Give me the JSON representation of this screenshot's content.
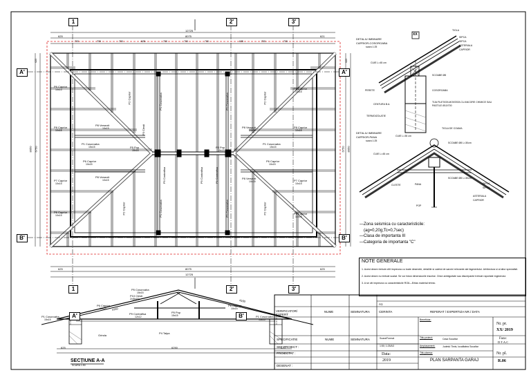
{
  "axes": {
    "col": [
      "1",
      "2'",
      "3'"
    ],
    "row": [
      "A'",
      "B'"
    ]
  },
  "dims": {
    "top_total": "12725",
    "top_inner": "8075",
    "top_left": "625",
    "top_right": "621",
    "top_bays": [
      "700",
      "700",
      "700",
      "625",
      "700",
      "700",
      "700",
      "625",
      "700",
      "700"
    ],
    "bot_total": "12725",
    "bot_inner": "8075",
    "bot_left": "625",
    "bot_right": "625",
    "left_total": "8050",
    "right_total": "8050",
    "left_span": "6750",
    "right_span": "6750",
    "side_small": "625"
  },
  "plan_labels": {
    "p6_caprior": "P6 Caprior",
    "p6_size": "10x15",
    "p7_caprior": "P7 Caprior",
    "p7_size": "10x15",
    "p8_caprior": "P8 Caprior",
    "p8_size": "10x15",
    "p1_cosoroaba": "P1 Cosoroaba",
    "p1_size": "15x15",
    "p2_caprior": "P2 Caprior",
    "p2_size": "10x15",
    "p5_pop": "P5 Pop",
    "p5_size": "15x15",
    "p9_contrafisa": "P9 Contrafisa",
    "p9_size": "12x12",
    "p3_clesti": "P3 Clesti",
    "p3_size": "2x(5x15)",
    "p8_vercevit": "P8 Versezit",
    "p8v_size": "10x15"
  },
  "section": {
    "title": "SECȚIUNE A-A",
    "scale": "SCARA 1:50",
    "p5_cosoroaba": "P5 Cosoroaba",
    "p6_caprior": "P6 Caprior",
    "p10_clesti": "P10 Clesti",
    "p10_size": "2x(5x15)",
    "p9_contrafisa": "P9 Contrafisa",
    "p5_pop": "P5 Pop",
    "p4_talpa": "P4 Talpa",
    "grinda": "Grinda",
    "d_left": "625",
    "d_mid": "6250",
    "d_right": "625",
    "d_span_l": "4160",
    "d_span_r": "4160"
  },
  "detail1": {
    "title1": "DETALIU IMBINARE",
    "title2": "CAPRIOR-COSOROABA",
    "scale": "scara 1:25",
    "axis": "XX",
    "labels": [
      "TIGLA",
      "SIPCA",
      "SIPCA",
      "ASTERIALA",
      "CAPRIOR",
      "CUIE L=45 cm",
      "SCOABE Ø8",
      "PERETE",
      "COSOROABA",
      "CENTURA B.A.",
      "TIJA FILETATA MONTATA CU ANCORE CHIMICE SAU PASTILE Ø10/700",
      "TERMOIZOLATIE"
    ]
  },
  "detail2": {
    "title1": "DETALIU IMBINARE",
    "title2": "CAPRIOR-PANA",
    "scale": "scara 1:25",
    "labels": [
      "TIGLA DE COAMA",
      "CUIE L=35 cm",
      "SCOABE Ø8 L=30cm",
      "CUIE L=45 cm",
      "SCOABE Ø8 L=30cm",
      "CLESTE",
      "PANA",
      "SIPCA",
      "SIPCA",
      "ASTERIALA",
      "CAPRIOR",
      "POP"
    ]
  },
  "seismic": {
    "l1": "—Zona seismica cu caracteristicile:",
    "l2": "(ag=0,20g;Tc=0,7sec)",
    "l3": "—Clasa de importanta III",
    "l4": "—Categoria de importanta \"C\""
  },
  "notes": {
    "heading": "NOTE GENERALE",
    "n1": "1.   Acest desen trebuie citit impreuna cu toate desenele, detaliile si caietul de sarcini relevante ale fagmentului. Arhitectura si al altor specialisti.",
    "n2": "2.   Acest desen nu trebuie scalat. Se vor folosi dimensiunile inscrise. Orice ambiguitate sau discrepante trebuie raportate inginerului.",
    "n3": "3.   A se citi impreuna cu caracteristicile RO8—Eritas material tehnic."
  },
  "titleblock": {
    "a1": "A1",
    "verificator": "VERIFICATOR/ EXPERT",
    "nume": "NUME",
    "semnatura": "SEMNATURA",
    "cerinta": "CERINTA",
    "referat": "REFERAT / EXPERTIZA NR./ DATA",
    "beneficiar": "Beneficiar:",
    "specificatie": "SPECIFICATIE",
    "nume2": "NUME",
    "semnatura2": "SEMNATURA",
    "scara_format": "Scara/Format",
    "scara_val": "1:50; 1:25/A3",
    "sef_proiect": "SEF PROIECT :",
    "proiectat": "PROIECTAT :",
    "desenat": "DESENAT :",
    "titlu_proiect": "Titlu proiect:",
    "titlu_val": "Casa Socaltar",
    "amplasament": "Amplasament:",
    "amplasament_val": "Judetul Timis, localitatea Socaltar",
    "titlu_plansa": "Titlu plansa:",
    "plansa_val": "PLAN SARPANTA GARAJ",
    "data_label": "Data:",
    "data_val": "2019",
    "nr_pr_label": "Nr. pr.",
    "nr_pr_val": "XX/ 2019",
    "faza_label": "Faza:",
    "faza_val": "D.T.A.C",
    "nr_pl_label": "Nr. pl.",
    "nr_pl_val": "R.06"
  }
}
